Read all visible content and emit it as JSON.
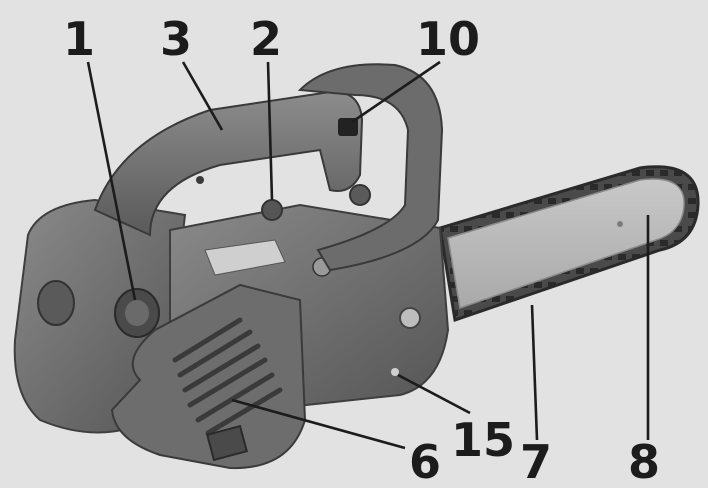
{
  "colors": {
    "background": "#e2e2e2",
    "body_dark": "#5e5e5e",
    "body_mid": "#7a7a7a",
    "body_light": "#9a9a9a",
    "bar": "#b9b9b9",
    "chain": "#3a3a3a",
    "label": "#1c1c1c"
  },
  "callouts": [
    {
      "id": "c1",
      "text": "1",
      "part": "primer-bulb"
    },
    {
      "id": "c3",
      "text": "3",
      "part": "top-handle"
    },
    {
      "id": "c2",
      "text": "2",
      "part": "throttle-lockout"
    },
    {
      "id": "c10",
      "text": "10",
      "part": "switch"
    },
    {
      "id": "c15",
      "text": "15",
      "part": "chain-tensioner"
    },
    {
      "id": "c6",
      "text": "6",
      "part": "cylinder-cover"
    },
    {
      "id": "c7",
      "text": "7",
      "part": "chain"
    },
    {
      "id": "c8",
      "text": "8",
      "part": "guide-bar"
    }
  ]
}
